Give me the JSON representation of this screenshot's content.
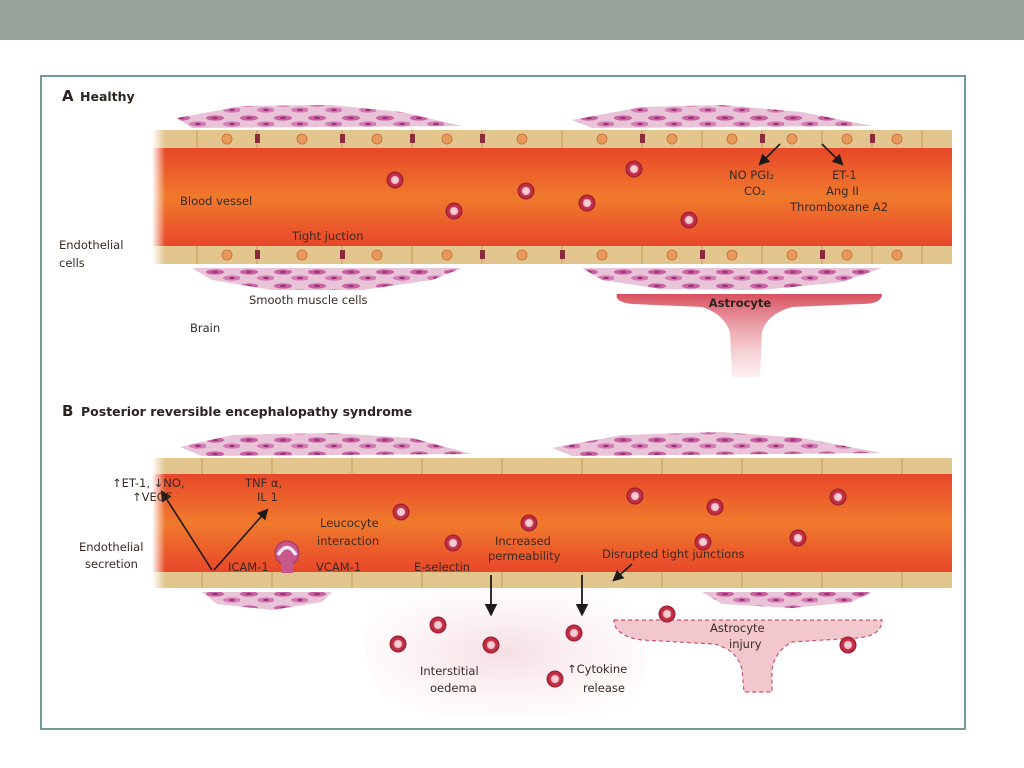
{
  "colors": {
    "header_bar": "#95a39a",
    "frame": "#6f9c98",
    "vessel": "#ea5a22",
    "endothelium": "#e3c68e",
    "blood_cell": "#d3586a",
    "muscle": "#c75aa0",
    "astrocyte": "#d9606e"
  },
  "panel_a": {
    "letter": "A",
    "title": "Healthy",
    "blood_vessel": "Blood vessel",
    "tight_junction": "Tight juction",
    "endothelial_line1": "Endothelial",
    "endothelial_line2": "cells",
    "smooth_muscle": "Smooth muscle cells",
    "brain": "Brain",
    "astrocyte": "Astrocyte",
    "vasodilators_line1": "NO PGI₂",
    "vasodilators_line2": "CO₂",
    "vasoconstrictors_line1": "ET-1",
    "vasoconstrictors_line2": "Ang II",
    "vasoconstrictors_line3": "Thromboxane A2"
  },
  "panel_b": {
    "letter": "B",
    "title": "Posterior reversible encephalopathy syndrome",
    "secretion_line1": "↑ET-1, ↓NO,",
    "secretion_line2": "↑VEGF",
    "tnf_line1": "TNF α,",
    "tnf_line2": "IL 1",
    "endothelial_secretion_line1": "Endothelial",
    "endothelial_secretion_line2": "secretion",
    "leucocyte_line1": "Leucocyte",
    "leucocyte_line2": "interaction",
    "icam": "ICAM-1",
    "vcam": "VCAM-1",
    "eselectin": "E-selectin",
    "permeability_line1": "Increased",
    "permeability_line2": "permeability",
    "disrupted": "Disrupted tight junctions",
    "astro_injury_line1": "Astrocyte",
    "astro_injury_line2": "injury",
    "oedema_line1": "Interstitial",
    "oedema_line2": "oedema",
    "cytokine_line1": "↑Cytokine",
    "cytokine_line2": "release"
  }
}
